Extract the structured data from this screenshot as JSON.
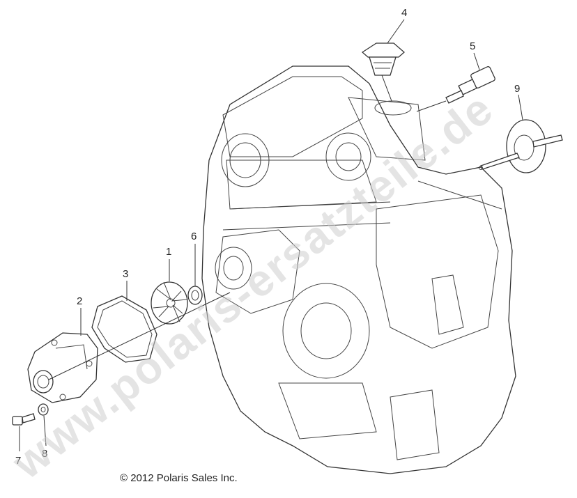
{
  "diagram": {
    "callouts": [
      "1",
      "2",
      "3",
      "4",
      "5",
      "6",
      "7",
      "8",
      "9"
    ]
  },
  "copyright": "© 2012 Polaris Sales Inc.",
  "watermark": "www.polaris-ersatzteile.de"
}
